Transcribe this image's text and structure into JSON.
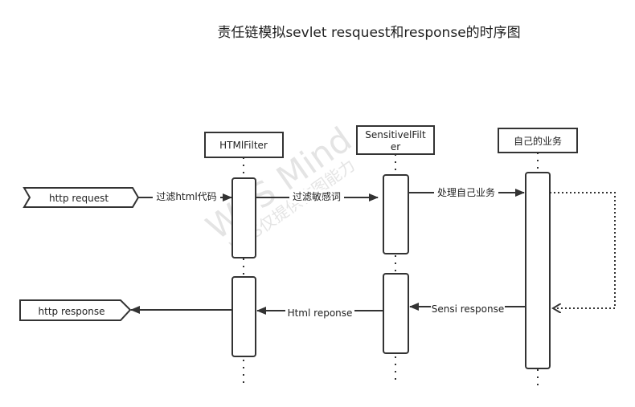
{
  "title": "责任链模拟sevlet resquest和response的时序图",
  "participants": {
    "html_filter": "HTMlFilter",
    "sensitive_filter_line1": "SensitivelFilt",
    "sensitive_filter_line2": "er",
    "business": "自己的业务"
  },
  "endpoints": {
    "request": "http request",
    "response": "http response"
  },
  "messages": {
    "filter_html": "过滤html代码",
    "filter_sensitive": "过滤敏感词",
    "process_business": "处理自己业务",
    "sensi_response": "Sensi response",
    "html_response": "Html reponse"
  },
  "watermark": {
    "brand": "WPS Mind",
    "note": "WPS仅提供作图能力"
  },
  "colors": {
    "stroke": "#333333",
    "fill": "#ffffff",
    "watermark": "#cfcfcf"
  }
}
